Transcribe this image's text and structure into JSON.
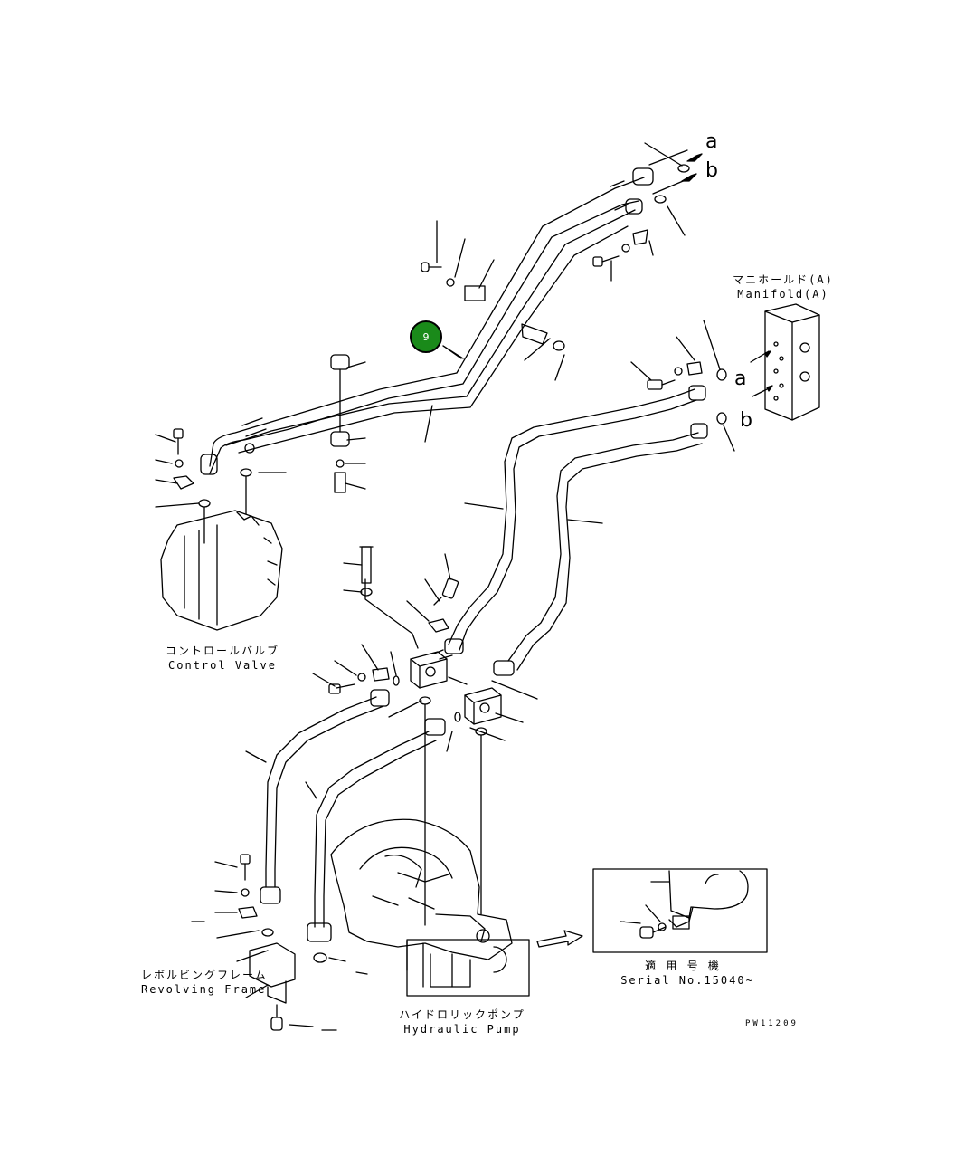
{
  "labels": {
    "manifold_jp": "マニホールド(A)",
    "manifold_en": "Manifold(A)",
    "control_valve_jp": "コントロールバルブ",
    "control_valve_en": "Control Valve",
    "revolving_frame_jp": "レボルビングフレーム",
    "revolving_frame_en": "Revolving Frame",
    "hydraulic_pump_jp": "ハイドロリックポンプ",
    "hydraulic_pump_en": "Hydraulic Pump",
    "applicable_jp": "適 用 号 機",
    "serial": "Serial No.15040~",
    "drawing_code": "PW11209"
  },
  "connectors": {
    "a_top": "a",
    "b_top": "b",
    "a_manifold": "a",
    "b_manifold": "b"
  },
  "callout": {
    "number": "9",
    "color": "#1a8a1a"
  }
}
